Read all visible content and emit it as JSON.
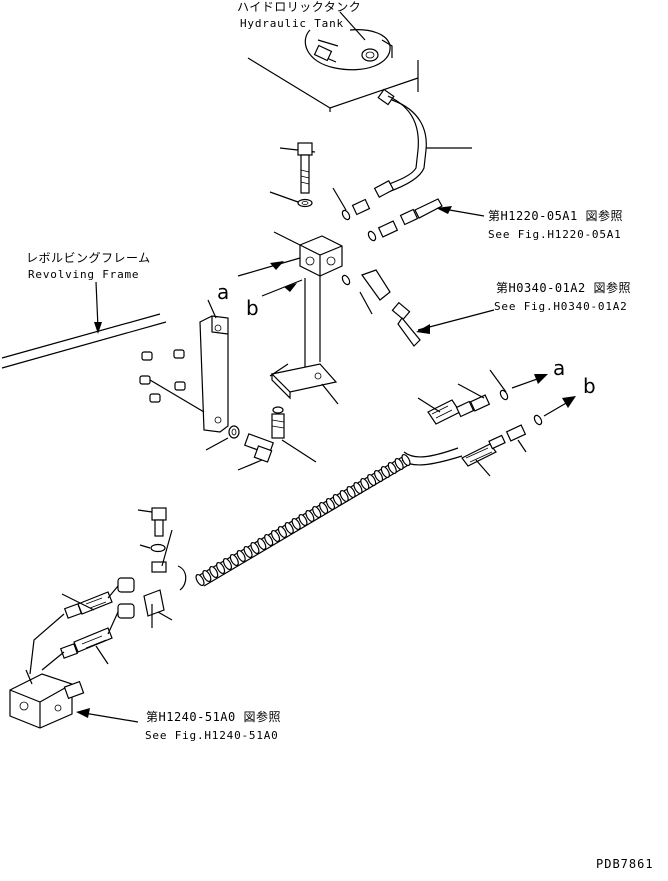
{
  "labels": {
    "tank_jp": "ハイドロリックタンク",
    "tank_en": "Hydraulic Tank",
    "frame_jp": "レボルビングフレーム",
    "frame_en": "Revolving Frame",
    "ref1_jp": "第H1220-05A1 図参照",
    "ref1_en": "See Fig.H1220-05A1",
    "ref2_jp": "第H0340-01A2 図参照",
    "ref2_en": "See Fig.H0340-01A2",
    "ref3_jp": "第H1240-51A0 図参照",
    "ref3_en": "See Fig.H1240-51A0",
    "conn_a": "a",
    "conn_b": "b",
    "conn_a2": "a",
    "conn_b2": "b",
    "drawing_code": "PDB7861"
  }
}
